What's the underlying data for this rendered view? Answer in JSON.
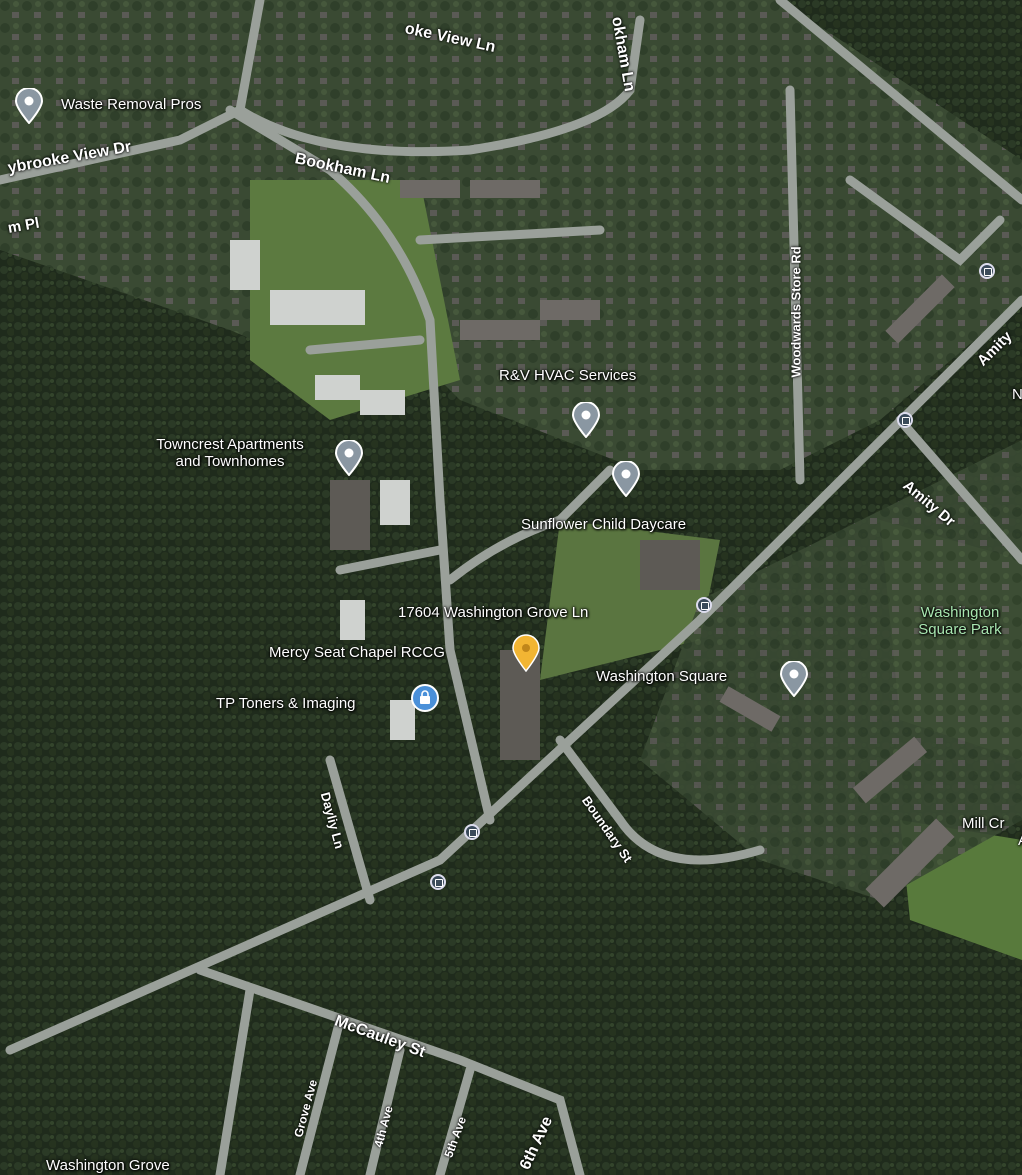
{
  "map": {
    "places": {
      "waste_removal": "Waste Removal Pros",
      "rv_hvac": "R&V HVAC Services",
      "towncrest_line1": "Towncrest Apartments",
      "towncrest_line2": "and Townhomes",
      "sunflower": "Sunflower Child Daycare",
      "address": "17604 Washington Grove Ln",
      "mercy_seat": "Mercy Seat Chapel RCCG",
      "tp_toners": "TP Toners & Imaging",
      "washington_square": "Washington Square",
      "park_line1": "Washington",
      "park_line2": "Square Park",
      "mill_line1": "Mill Cr",
      "mill_line2": "Apa",
      "washington_grove": "Washington Grove",
      "n_partial": "N"
    },
    "roads": {
      "brooke_view_ln": "oke View Ln",
      "bookham_ln_top": "okham Ln",
      "bookham_ln": "Bookham Ln",
      "brooke_view_dr": "ybrooke View Dr",
      "m_pl": "m Pl",
      "woodwards": "Woodwards Store Rd",
      "amity_dr": "Amity Dr",
      "amity_top": "Amity",
      "boundary_st": "Boundary St",
      "dayliy_ln": "Dayliy Ln",
      "mccauley_st": "McCauley St",
      "grove_ave": "Grove Ave",
      "ave_4th": "4th Ave",
      "ave_5th": "5th Ave",
      "ave_6th": "6th Ave"
    },
    "colors": {
      "forest": "#1f2b1c",
      "road": "#9aa09a",
      "pin_grey": "#8a97a2",
      "pin_selected": "#f2b533",
      "pin_blue": "#4a90d9",
      "park_text": "#a8e6b0"
    }
  }
}
